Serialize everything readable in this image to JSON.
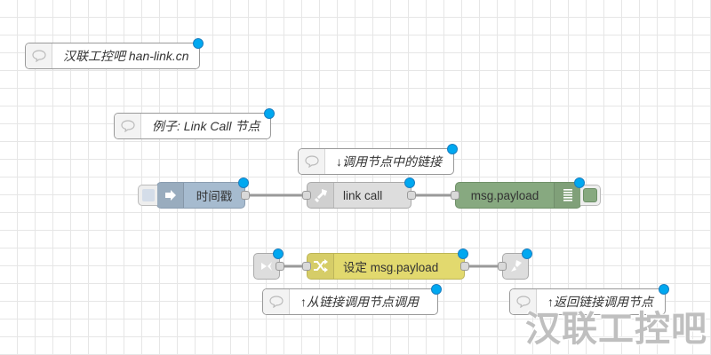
{
  "colors": {
    "inject": "#a6bbcf",
    "link": "#dddddd",
    "debug": "#87a980",
    "change": "#e2d96e",
    "comment": "#ffffff",
    "changed_indicator": "#00a8f0",
    "wire": "#999999"
  },
  "comments": [
    {
      "id": "c1",
      "text": "汉联工控吧 han-link.cn",
      "icon": "comment-icon"
    },
    {
      "id": "c2",
      "text": "例子: Link Call 节点",
      "icon": "comment-icon"
    },
    {
      "id": "c3",
      "text": "↓调用节点中的链接",
      "icon": "comment-icon"
    },
    {
      "id": "c4",
      "text": "↑从链接调用节点调用",
      "icon": "comment-icon"
    },
    {
      "id": "c5",
      "text": "↑返回链接调用节点",
      "icon": "comment-icon"
    }
  ],
  "nodes": {
    "inject": {
      "label": "时间戳",
      "type": "inject",
      "icon": "inject-arrow-icon"
    },
    "link_call": {
      "label": "link call",
      "type": "link call",
      "icon": "link-call-icon"
    },
    "debug": {
      "label": "msg.payload",
      "type": "debug",
      "icon": "debug-list-icon"
    },
    "link_in": {
      "label": "",
      "type": "link in",
      "icon": "link-in-icon"
    },
    "change": {
      "label": "设定 msg.payload",
      "type": "change",
      "icon": "shuffle-icon"
    },
    "link_out": {
      "label": "",
      "type": "link out",
      "icon": "link-out-icon"
    }
  },
  "wires": [
    [
      "inject",
      "link_call"
    ],
    [
      "link_call",
      "debug"
    ],
    [
      "link_in",
      "change"
    ],
    [
      "change",
      "link_out"
    ]
  ],
  "watermark": "汉联工控吧"
}
